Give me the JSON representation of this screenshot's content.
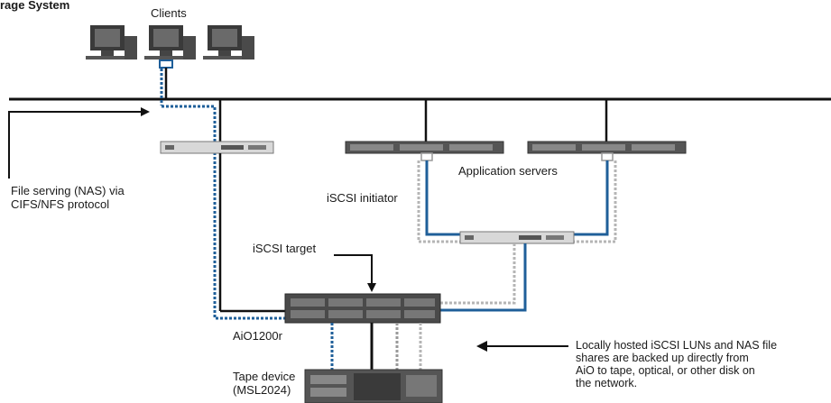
{
  "title": "rage System",
  "labels": {
    "clients": "Clients",
    "app_servers": "Application servers",
    "iscsi_initiator": "iSCSI initiator",
    "iscsi_target": "iSCSI target",
    "aio": "AiO1200r",
    "tape_line1": "Tape device",
    "tape_line2": "(MSL2024)",
    "nas_line1": "File serving (NAS) via",
    "nas_line2": "CIFS/NFS protocol",
    "backup_note": "Locally hosted iSCSI LUNs and NAS file\nshares are backed up directly from\nAiO to tape, optical, or other disk on\nthe network."
  },
  "colors": {
    "network": "#111111",
    "iscsi_link": "#1f5f99",
    "backup_link": "#b5b5b5"
  }
}
